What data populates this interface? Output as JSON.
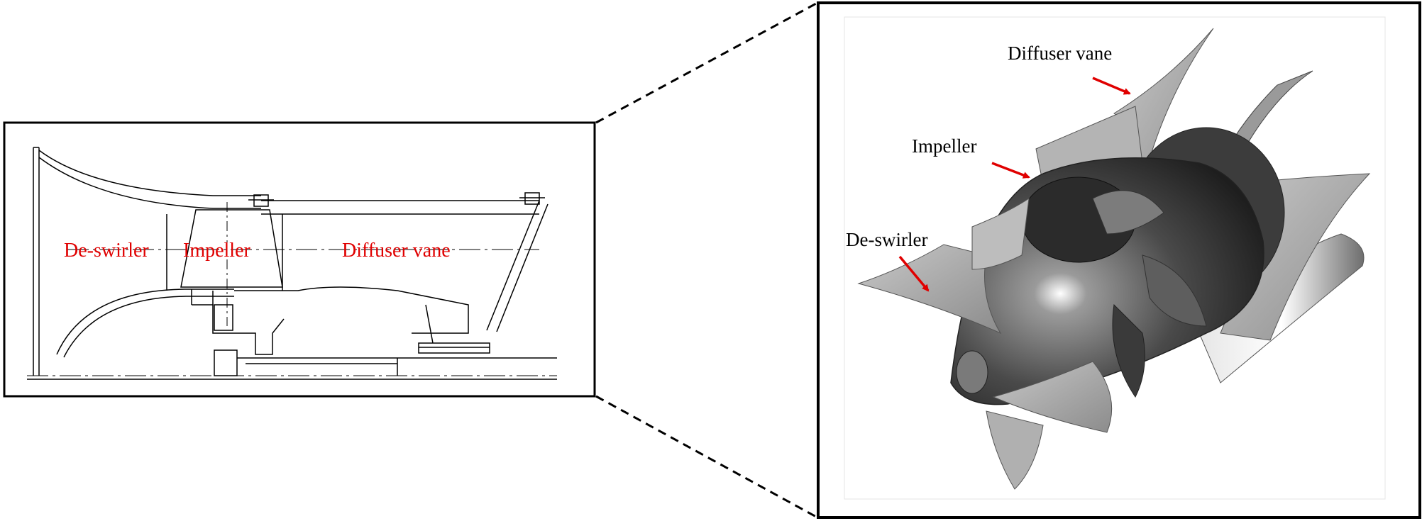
{
  "left_panel": {
    "labels": {
      "deswirler": "De-swirler",
      "impeller": "Impeller",
      "diffuser": "Diffuser vane"
    }
  },
  "right_panel": {
    "labels": {
      "diffuser": "Diffuser vane",
      "impeller": "Impeller",
      "deswirler": "De-swirler"
    }
  },
  "colors": {
    "label_red": "#e00000",
    "arrow_red": "#e00000",
    "outline": "#000000",
    "blade_gray": "#a9a9a9",
    "hub_dark": "#4a4a4a"
  }
}
